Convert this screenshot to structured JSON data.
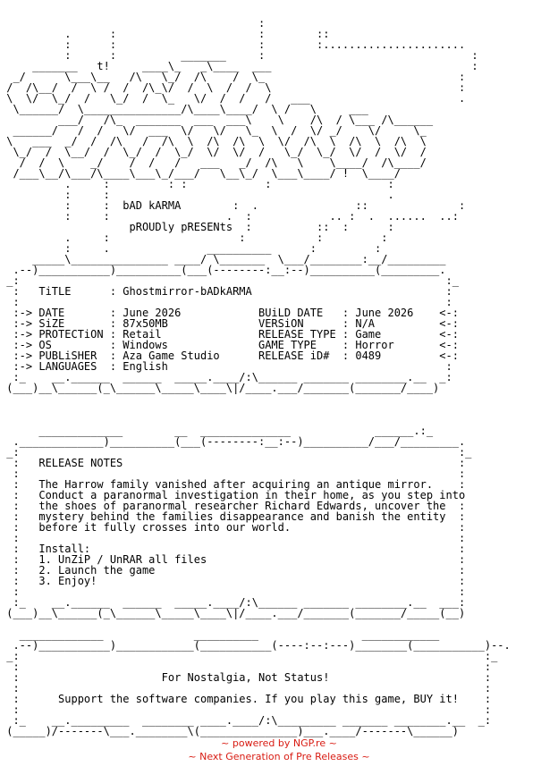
{
  "art": {
    "lines": [
      "                                        :",
      "          .      :                      :        ::",
      "          :      :                      :        :......................",
      "          :      :          _______     :                                :",
      "     _______   t!     ____\\_   _\\____  ___                               :",
      "  _/      \\___\\__   /\\   \\_/  /\\    /  \\_                              :",
      " /  /\\__/  /  \\ /  /  /\\_\\/  /  \\  /  /  \\                             :",
      " \\  \\/  \\_/  /   \\_/  /  \\_   \\/  /  /   /   ___                       .",
      "  \\______/  \\_______________/\\____\\____/  \\ /   \\     ___",
      "         ___/   /\\_  _______  ___  ___\\    \\    /\\  / \\___ /\\______",
      "  ______/   /  /   \\/  ___  \\/   \\/   \\_  \\  /  \\/ _/    \\/     \\_",
      " \\   ___  _/  /  /\\   /  /\\  \\  /\\  /\\  \\  \\/  /\\  \\  /\\  \\  /\\  \\",
      "  \\_/  /  \\__/  /  \\_/  /  \\_/  \\/  \\/  /   \\_/  \\_/  \\/  /  \\/  /",
      "   /  /  \\    _/    /  /   /   ___   _/  /\\   \\    \\____/  /\\____/",
      "  /___\\__/\\___/\\____\\___\\_/___/   \\__\\_/  \\___\\____/ !  \\____/",
      "          .     :         : :            :                  :",
      "          :     :                                           .",
      "          :     :  bAD kARMA        :  .               ::              :",
      "          :     :                  .  :            .. :  .  ......  ..:",
      "                    pROUDly pRESENts  :          ::  :      :",
      "          .     :                    :           :         :",
      "          :     .               __________      :         :",
      "     _____\\_______________ ____/ \\_______  \\___/________:__/_________",
      "  .--)___________)__________(___(--------:__:--)__________(_________.",
      " _:                                                                  :_",
      "  :   TiTLE      : Ghostmirror-bADkARMA                              :",
      "  :                                                                  :",
      "  :-> DATE       : June 2026            BUiLD DATE   : June 2026    <-:",
      "  :-> SiZE       : 87x50MB              VERSiON      : N/A          <-:",
      "  :-> PROTECTiON : Retail               RELEASE TYPE : Game         <-:",
      "  :-> OS         : Windows              GAME TYPE    : Horror       <-:",
      "  :-> PUBLiSHER  : Aza Game Studio      RELEASE iD#  : 0489         <-:",
      "  :-> LANGUAGES  : English                                           :",
      "  :_    __.______  ______  _____.____/:\\______ _______ ________.__  _:",
      " (___)__\\______(_\\______\\_____\\____\\|/____.___/_______(_______/____)",
      "",
      "",
      "",
      "      _____________        __  ______________             ______.:_",
      "  ._____________)__________(___(--------:__:--)__________/___/_________.",
      " _:                                                                    :_",
      "  :   RELEASE NOTES                                                    :",
      "  :                                                                    :",
      "  :   The Harrow family vanished after acquiring an antique mirror.    :",
      "  :   Conduct a paranormal investigation in their home, as you step into",
      "  :   the shoes of paranormal researcher Richard Edwards, uncover the  :",
      "  :   mystery behind the families disappearance and banish the entity  :",
      "  :   before it fully crosses into our world.                          :",
      "  :                                                                    :",
      "  :   Install:                                                         :",
      "  :   1. UnZiP / UnRAR all files                                       :",
      "  :   2. Launch the game                                               :",
      "  :   3. Enjoy!                                                        :",
      "  :                                                                    :",
      "  :_    __.______  ______  _____.____/:\\______ _______ ________.__  ___:",
      " (___)__\\______(_\\______\\_____\\____\\|/____.___/_______(_______/_____(__)",
      "",
      "   _____________              __________                ____________",
      "  .--)___________)____________(___________(----:--:---)________(___________)--.",
      " _:                                                                        :_",
      "  :                                                                        :",
      "  :                      For Nostalgia, Not Status!                        :",
      "  :                                                                        :",
      "  :      Support the software companies. If you play this game, BUY it!    :",
      "  :                                                                        :",
      "  :_    __._________  ________ ____.____/:\\_________ _______ ________.__  _:",
      " (_____)/-------\\___.________\\(_______________)___.____/-------\\______)"
    ]
  },
  "footer": {
    "line1": "~ powered by NGP.re ~",
    "line2": "~ Next Generation of Pre Releases ~"
  },
  "colors": {
    "text": "#000000",
    "footer": "#d81b12",
    "background": "#ffffff"
  }
}
